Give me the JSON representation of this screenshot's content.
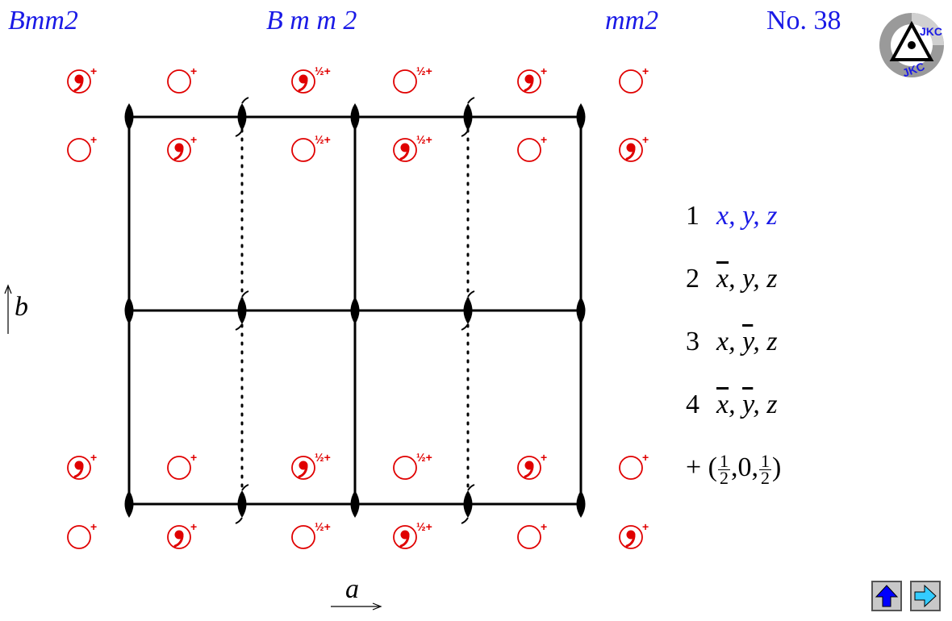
{
  "header": {
    "short_symbol": "Bmm2",
    "full_symbol": "B m m 2",
    "point_group": "mm2",
    "number": "No. 38"
  },
  "logo": {
    "text": "JKC",
    "icon": "jkc-logo-icon"
  },
  "axes": {
    "a_label": "a",
    "b_label": "b"
  },
  "coordinates": {
    "rows": [
      {
        "num": "1",
        "xyz": "x, y, z"
      },
      {
        "num": "2",
        "xbar": "x",
        "rest": ", y, z"
      },
      {
        "num": "3",
        "x": "x, ",
        "ybar": "y",
        "rest": ", z"
      },
      {
        "num": "4",
        "xbar": "x",
        "sep": ", ",
        "ybar": "y",
        "rest": ", z"
      }
    ],
    "centering": {
      "plus": "+ (",
      "f1_num": "1",
      "f1_den": "2",
      "mid": ",0,",
      "f2_num": "1",
      "f2_den": "2",
      "close": ")"
    }
  },
  "position_labels": {
    "plus": "+",
    "half_plus": "½+"
  },
  "colors": {
    "blue": "#1a1ae6",
    "red": "#e00000",
    "black": "#000000",
    "nav_up": "#0000ff",
    "nav_next": "#33ccff"
  },
  "nav": {
    "up_icon": "arrow-up-icon",
    "next_icon": "arrow-right-icon"
  }
}
